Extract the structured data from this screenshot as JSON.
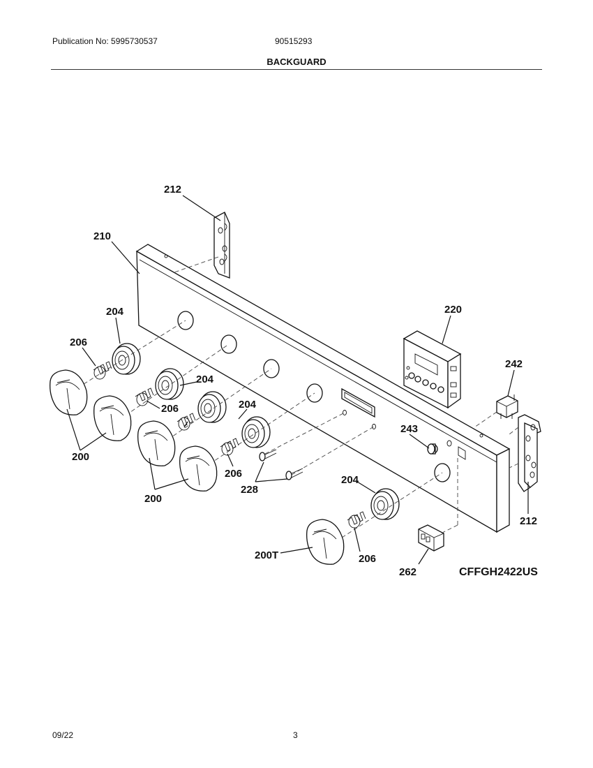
{
  "header": {
    "publication": "Publication No: 5995730537",
    "doc_number": "90515293",
    "title": "BACKGUARD"
  },
  "footer": {
    "date": "09/22",
    "page": "3"
  },
  "model": "CFFGH2422US",
  "callouts": {
    "panel": "210",
    "bracket_top": "212",
    "bracket_right": "212",
    "clock": "220",
    "switch_242": "242",
    "light_243": "243",
    "switch_262": "262",
    "screws": "228",
    "bezel_1": "204",
    "bezel_2": "204",
    "bezel_3": "204",
    "bezel_5": "204",
    "spring_1": "206",
    "spring_2": "206",
    "spring_3": "206",
    "spring_5": "206",
    "knobs_left": "200",
    "knobs_mid": "200",
    "knob_t": "200T"
  }
}
